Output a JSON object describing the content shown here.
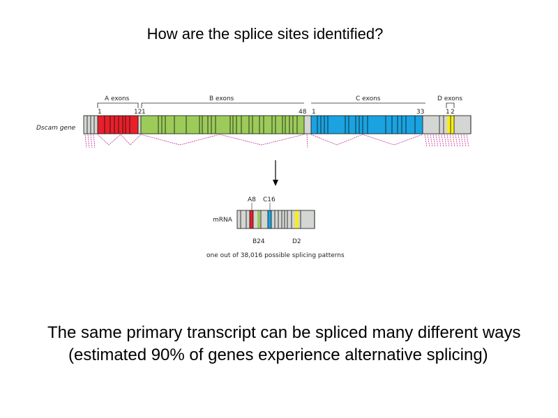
{
  "slide": {
    "title": "How are the splice sites identified?",
    "body": "The same primary transcript can be spliced many different ways (estimated 90% of genes experience alternative splicing)"
  },
  "diagram": {
    "gene_label": "Dscam gene",
    "groups": [
      {
        "name": "A exons",
        "first": "1",
        "last": "12"
      },
      {
        "name": "B exons",
        "first": "1",
        "last": "48"
      },
      {
        "name": "C exons",
        "first": "1",
        "last": "33"
      },
      {
        "name": "D exons",
        "first": "1",
        "last": "2"
      }
    ],
    "mrna_label": "mRNA",
    "mrna_top_labels": [
      "A8",
      "C16"
    ],
    "mrna_bottom_labels": [
      "B24",
      "D2"
    ],
    "caption": "one out of 38,016 possible splicing patterns",
    "colors": {
      "A": "#e8202a",
      "B": "#9ccb5a",
      "C": "#1aa3e0",
      "D": "#f7ee1a",
      "intron": "#d3d6d3",
      "splice": "#c0188c"
    }
  }
}
